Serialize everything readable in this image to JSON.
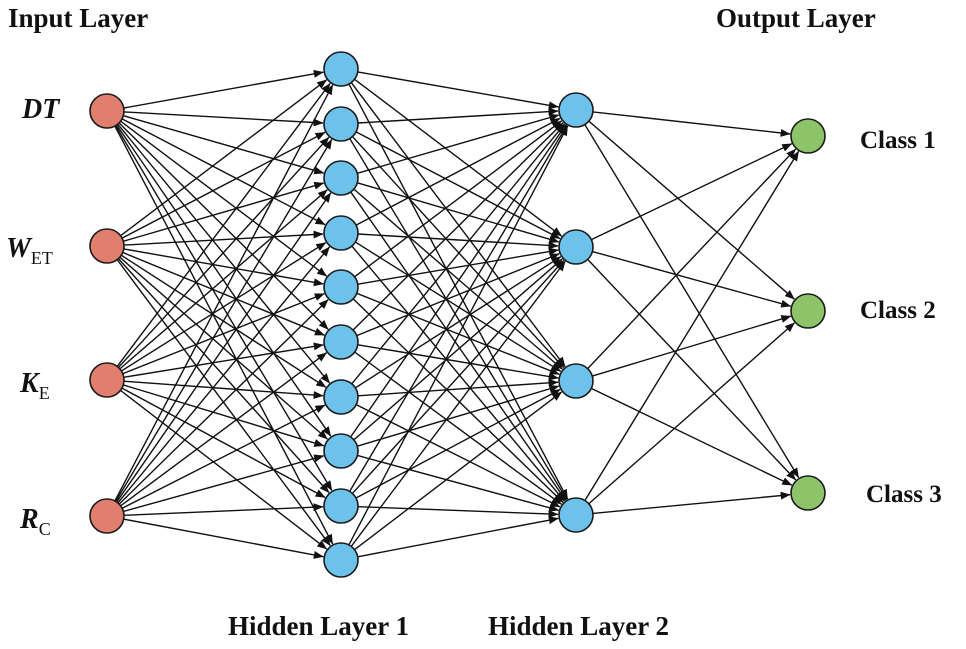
{
  "titles": {
    "input_layer": "Input Layer",
    "output_layer": "Output Layer",
    "hidden_layer_1": "Hidden Layer 1",
    "hidden_layer_2": "Hidden Layer 2"
  },
  "input_nodes": [
    {
      "main": "DT",
      "sub": ""
    },
    {
      "main": "W",
      "sub": "ET"
    },
    {
      "main": "K",
      "sub": "E"
    },
    {
      "main": "R",
      "sub": "C"
    }
  ],
  "output_nodes": [
    {
      "label": "Class 1"
    },
    {
      "label": "Class 2"
    },
    {
      "label": "Class 3"
    }
  ],
  "layer_sizes": {
    "input": 4,
    "hidden_1": 10,
    "hidden_2": 4,
    "output": 3
  },
  "connectivity": "fully-connected, directed left to right",
  "colors": {
    "input_node": "#E07F6E",
    "hidden_node": "#6CC2EA",
    "output_node": "#8DC46A",
    "edge": "#111111",
    "node_stroke": "#1a1a1a"
  }
}
